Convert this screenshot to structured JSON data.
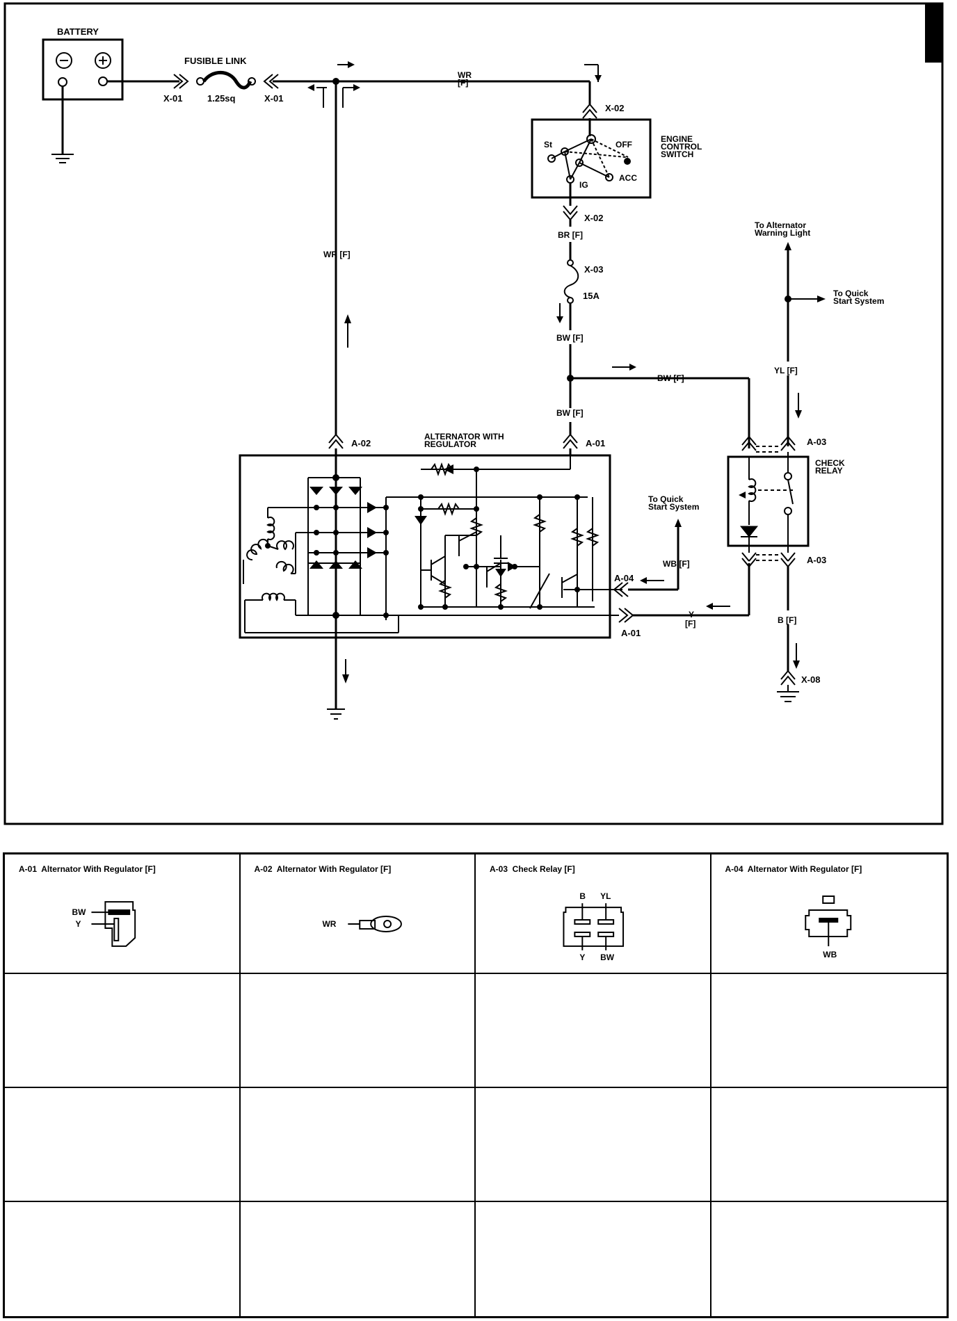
{
  "diagram": {
    "battery": {
      "label": "BATTERY",
      "minus": "⊖",
      "plus": "⊕"
    },
    "fusible_link": {
      "label": "FUSIBLE LINK",
      "size": "1.25sq",
      "conn_left": "X-01",
      "conn_right": "X-01"
    },
    "wires": {
      "wr_top": "WR",
      "wr_top_f": "[F]",
      "wr_vert": "WR [F]",
      "br": "BR [F]",
      "bw_mid": "BW [F]",
      "bw_low": "BW [F]",
      "bw_right": "BW [F]",
      "yl": "YL [F]",
      "wb": "WB [F]",
      "y": "Y",
      "y_f": "[F]",
      "b": "B [F]"
    },
    "connectors": {
      "x02_top": "X-02",
      "x02_bot": "X-02",
      "x03": "X-03",
      "fuse_amp": "15A",
      "a02": "A-02",
      "a01_top": "A-01",
      "a04": "A-04",
      "a01_bot": "A-01",
      "a03_top": "A-03",
      "a03_bot": "A-03",
      "x08": "X-08"
    },
    "switch": {
      "title_l1": "ENGINE",
      "title_l2": "CONTROL",
      "title_l3": "SWITCH",
      "st": "St",
      "off": "OFF",
      "ig": "IG",
      "acc": "ACC"
    },
    "alternator": {
      "title_l1": "ALTERNATOR WITH",
      "title_l2": "REGULATOR"
    },
    "relay": {
      "title_l1": "CHECK",
      "title_l2": "RELAY"
    },
    "notes": {
      "warn_l1": "To Alternator",
      "warn_l2": "Warning Light",
      "quick1_l1": "To Quick",
      "quick1_l2": "Start System",
      "quick2_l1": "To Quick",
      "quick2_l2": "Start System"
    }
  },
  "connector_table": {
    "a01": {
      "title": "A-01  Alternator With Regulator [F]",
      "pin1": "BW",
      "pin2": "Y"
    },
    "a02": {
      "title": "A-02  Alternator With Regulator [F]",
      "pin1": "WR"
    },
    "a03": {
      "title": "A-03  Check Relay [F]",
      "pin_b": "B",
      "pin_yl": "YL",
      "pin_y": "Y",
      "pin_bw": "BW"
    },
    "a04": {
      "title": "A-04  Alternator With Regulator [F]",
      "pin1": "WB"
    }
  }
}
